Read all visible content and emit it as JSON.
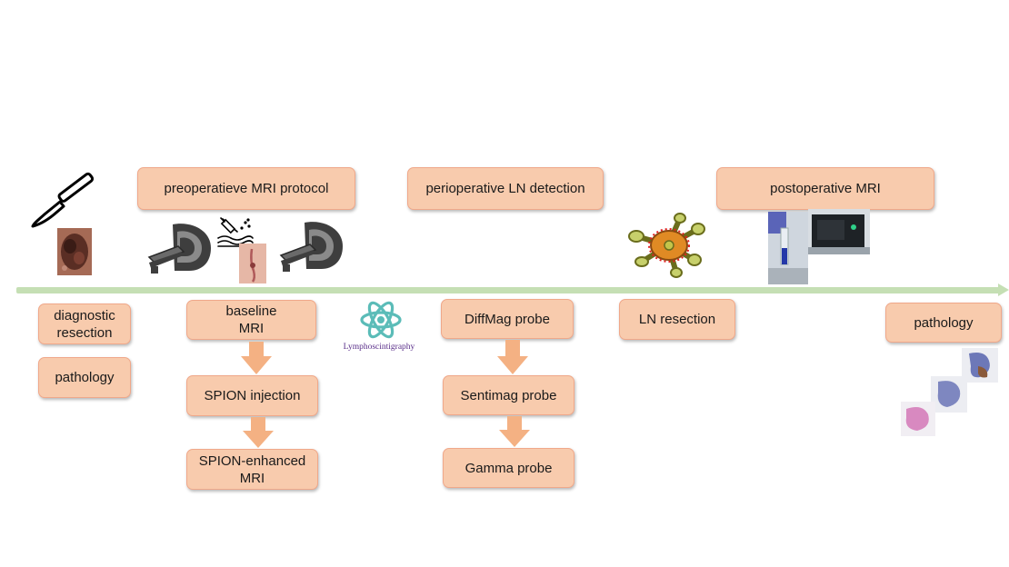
{
  "phases": {
    "preoperative": "preoperatieve MRI protocol",
    "perioperative": "perioperative LN detection",
    "postoperative": "postoperative MRI"
  },
  "steps": {
    "diagnostic_resection": "diagnostic\nresection",
    "pathology_left": "pathology",
    "baseline_mri": "baseline\nMRI",
    "spion_injection": "SPION injection",
    "spion_enhanced_mri": "SPION-enhanced\nMRI",
    "diffmag_probe": "DiffMag probe",
    "sentimag_probe": "Sentimag probe",
    "gamma_probe": "Gamma probe",
    "ln_resection": "LN resection",
    "pathology_right": "pathology"
  },
  "annotations": {
    "lymphoscintigraphy": "Lymphoscintigraphy"
  },
  "icons": [
    "scalpel-icon",
    "skin-lesion-photo",
    "mri-scanner-icon",
    "injection-icon",
    "injection-site-photo",
    "atom-icon",
    "lymph-node-icon",
    "lab-sample-photo",
    "lab-device-photo",
    "histology-slide-photo"
  ],
  "colors": {
    "box_fill": "#f8cbad",
    "box_border": "#f0a88a",
    "arrow": "#f4b183",
    "timeline": "#c5dfb4"
  }
}
